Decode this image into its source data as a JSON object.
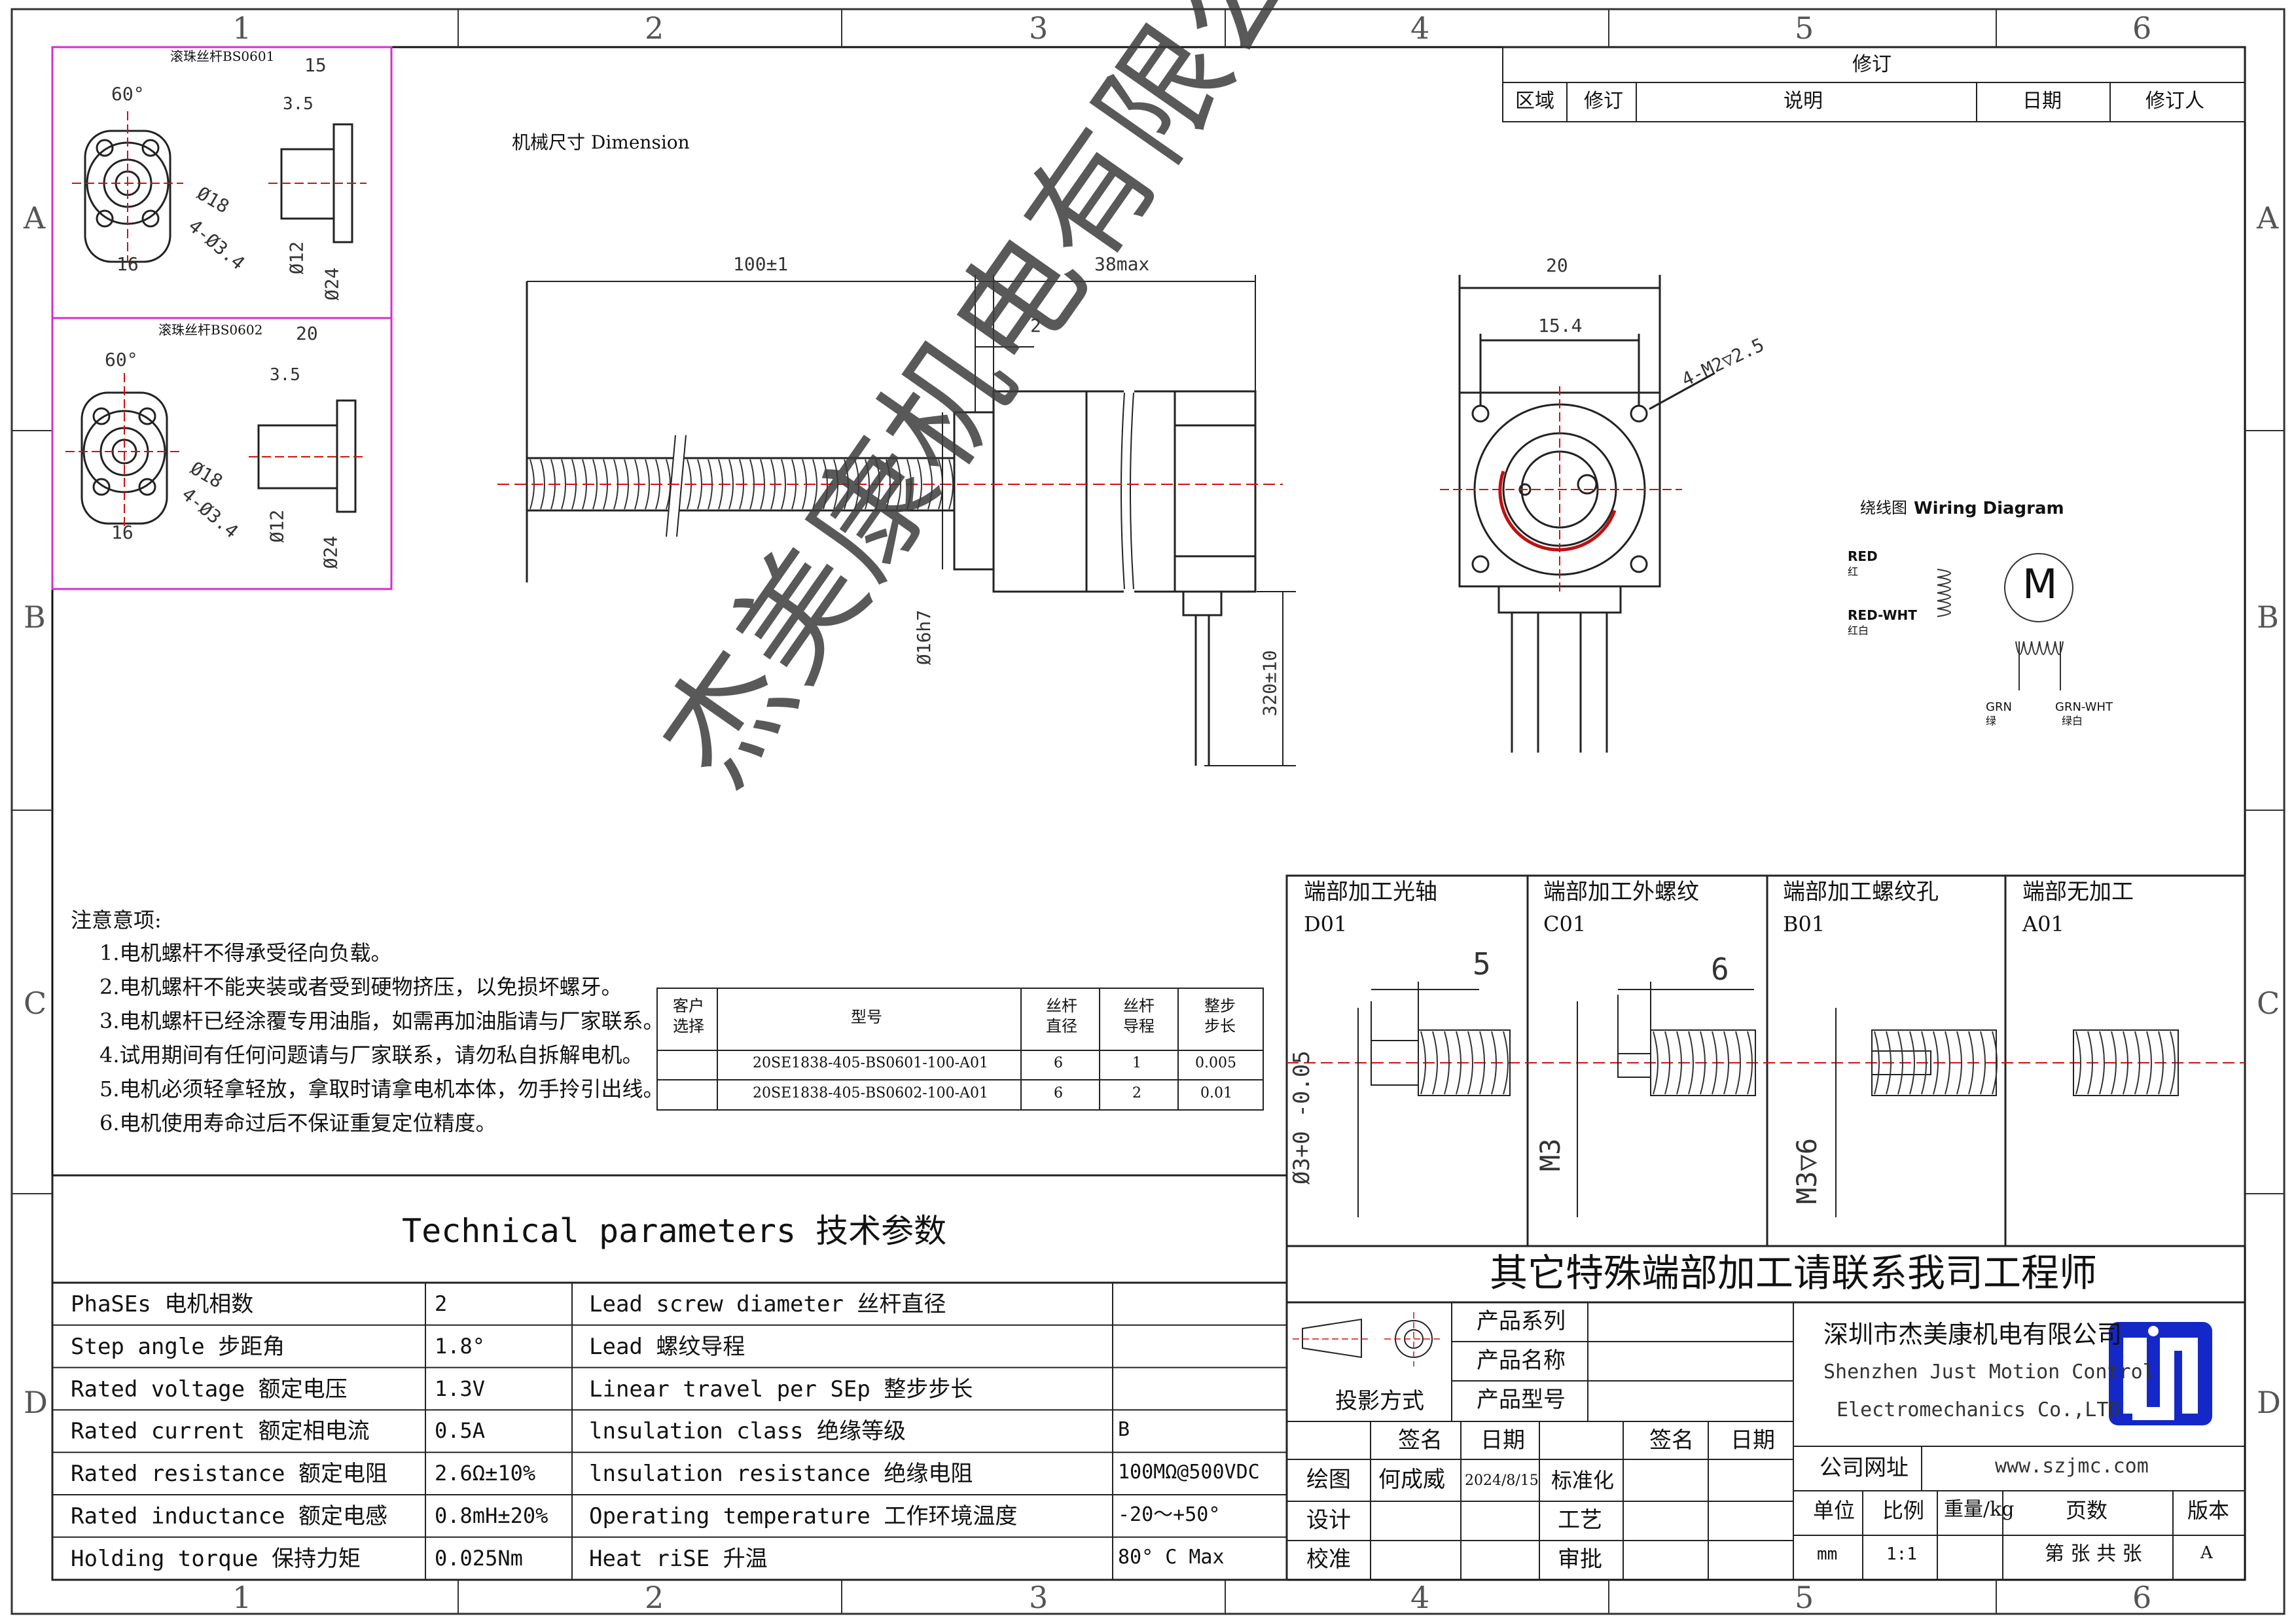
{
  "frame": {
    "cols": [
      "1",
      "2",
      "3",
      "4",
      "5",
      "6"
    ],
    "rows": [
      "A",
      "B",
      "C",
      "D"
    ]
  },
  "revision": {
    "title": "修订",
    "headers": [
      "区域",
      "修订",
      "说明",
      "日期",
      "修订人"
    ]
  },
  "dimension_title": "机械尺寸 Dimension",
  "nut1": {
    "title": "滚珠丝杆BS0601",
    "d_outer": "15",
    "d_flange": "3.5",
    "angle": "60°",
    "dia18": "Ø18",
    "holes": "4-Ø3.4",
    "w16": "16",
    "dia12": "Ø12",
    "dia24": "Ø24"
  },
  "nut2": {
    "title": "滚珠丝杆BS0602",
    "d_outer": "20",
    "d_flange": "3.5",
    "angle": "60°",
    "dia18": "Ø18",
    "holes": "4-Ø3.4",
    "w16": "16",
    "dia12": "Ø12",
    "dia24": "Ø24"
  },
  "side_view": {
    "len_screw": "100±1",
    "len_motor": "38max",
    "boss": "2",
    "boss_dia": "Ø16h7",
    "lead_len": "320±10"
  },
  "front_view": {
    "w20": "20",
    "w154": "15.4",
    "tap": "4-M2▽2.5"
  },
  "wiring": {
    "title_cn": "绕线图",
    "title_en": "Wiring Diagram",
    "motor": "M",
    "red": "RED",
    "red_cn": "红",
    "redwht": "RED-WHT",
    "redwht_cn": "红白",
    "grn": "GRN",
    "grn_cn": "绿",
    "grnwht": "GRN-WHT",
    "grnwht_cn": "绿白"
  },
  "watermark": "杰美康机电有限公司",
  "notes": {
    "title": "注意意项:",
    "items": [
      "1.电机螺杆不得承受径向负载。",
      "2.电机螺杆不能夹装或者受到硬物挤压，以免损坏螺牙。",
      "3.电机螺杆已经涂覆专用油脂，如需再加油脂请与厂家联系。",
      "4.试用期间有任何问题请与厂家联系，请勿私自拆解电机。",
      "5.电机必须轻拿轻放，拿取时请拿电机本体，勿手拎引出线。",
      "6.电机使用寿命过后不保证重复定位精度。"
    ]
  },
  "model_table": {
    "headers": [
      "客户\n选择",
      "型号",
      "丝杆\n直径",
      "丝杆\n导程",
      "整步\n步长"
    ],
    "rows": [
      [
        "",
        "20SE1838-405-BS0601-100-A01",
        "6",
        "1",
        "0.005"
      ],
      [
        "",
        "20SE1838-405-BS0602-100-A01",
        "6",
        "2",
        "0.01"
      ]
    ]
  },
  "ends": [
    {
      "title": "端部加工光轴",
      "code": "D01",
      "dim1": "5",
      "dim2": "Ø3+0 -0.05"
    },
    {
      "title": "端部加工外螺纹",
      "code": "C01",
      "dim1": "6",
      "dim2": "M3"
    },
    {
      "title": "端部加工螺纹孔",
      "code": "B01",
      "dim1": "",
      "dim2": "M3▽6"
    },
    {
      "title": "端部无加工",
      "code": "A01",
      "dim1": "",
      "dim2": ""
    }
  ],
  "ends_footer": "其它特殊端部加工请联系我司工程师",
  "tech": {
    "title": "Technical parameters 技术参数",
    "rows": [
      [
        "PhaSEs  电机相数",
        "2",
        "Lead screw diameter 丝杆直径",
        ""
      ],
      [
        "Step angle 步距角",
        "1.8°",
        "Lead 螺纹导程",
        ""
      ],
      [
        "Rated voltage 额定电压",
        "1.3V",
        "Linear travel per SEp 整步步长",
        ""
      ],
      [
        "Rated current 额定相电流",
        "0.5A",
        "lnsulation class 绝缘等级",
        "B"
      ],
      [
        "Rated resistance 额定电阻",
        "2.6Ω±10%",
        "lnsulation resistance 绝缘电阻",
        "100MΩ@500VDC"
      ],
      [
        "Rated inductance 额定电感",
        "0.8mH±20%",
        "Operating temperature 工作环境温度",
        "-20～+50°"
      ],
      [
        "Holding torque 保持力矩",
        "0.025Nm",
        "Heat riSE 升温",
        "80° C Max"
      ]
    ]
  },
  "titleblock": {
    "series": "产品系列",
    "name": "产品名称",
    "model": "产品型号",
    "proj": "投影方式",
    "sign": "签名",
    "date": "日期",
    "sign2": "签名",
    "date2": "日期",
    "draw": "绘图",
    "drawer": "何成威",
    "draw_date": "2024/8/15",
    "std": "标准化",
    "design": "设计",
    "craft": "工艺",
    "check": "校准",
    "approve": "审批",
    "company_cn": "深圳市杰美康机电有限公司",
    "company_en1": "Shenzhen Just Motion Control",
    "company_en2": "Electromechanics Co.,LTD",
    "web_label": "公司网址",
    "web": "www.szjmc.com",
    "unit": "单位",
    "scale": "比例",
    "weight": "重量/kg",
    "pages": "页数",
    "version": "版本",
    "unit_v": "mm",
    "scale_v": "1:1",
    "pages_v": "第 张 共 张",
    "version_v": "A"
  }
}
